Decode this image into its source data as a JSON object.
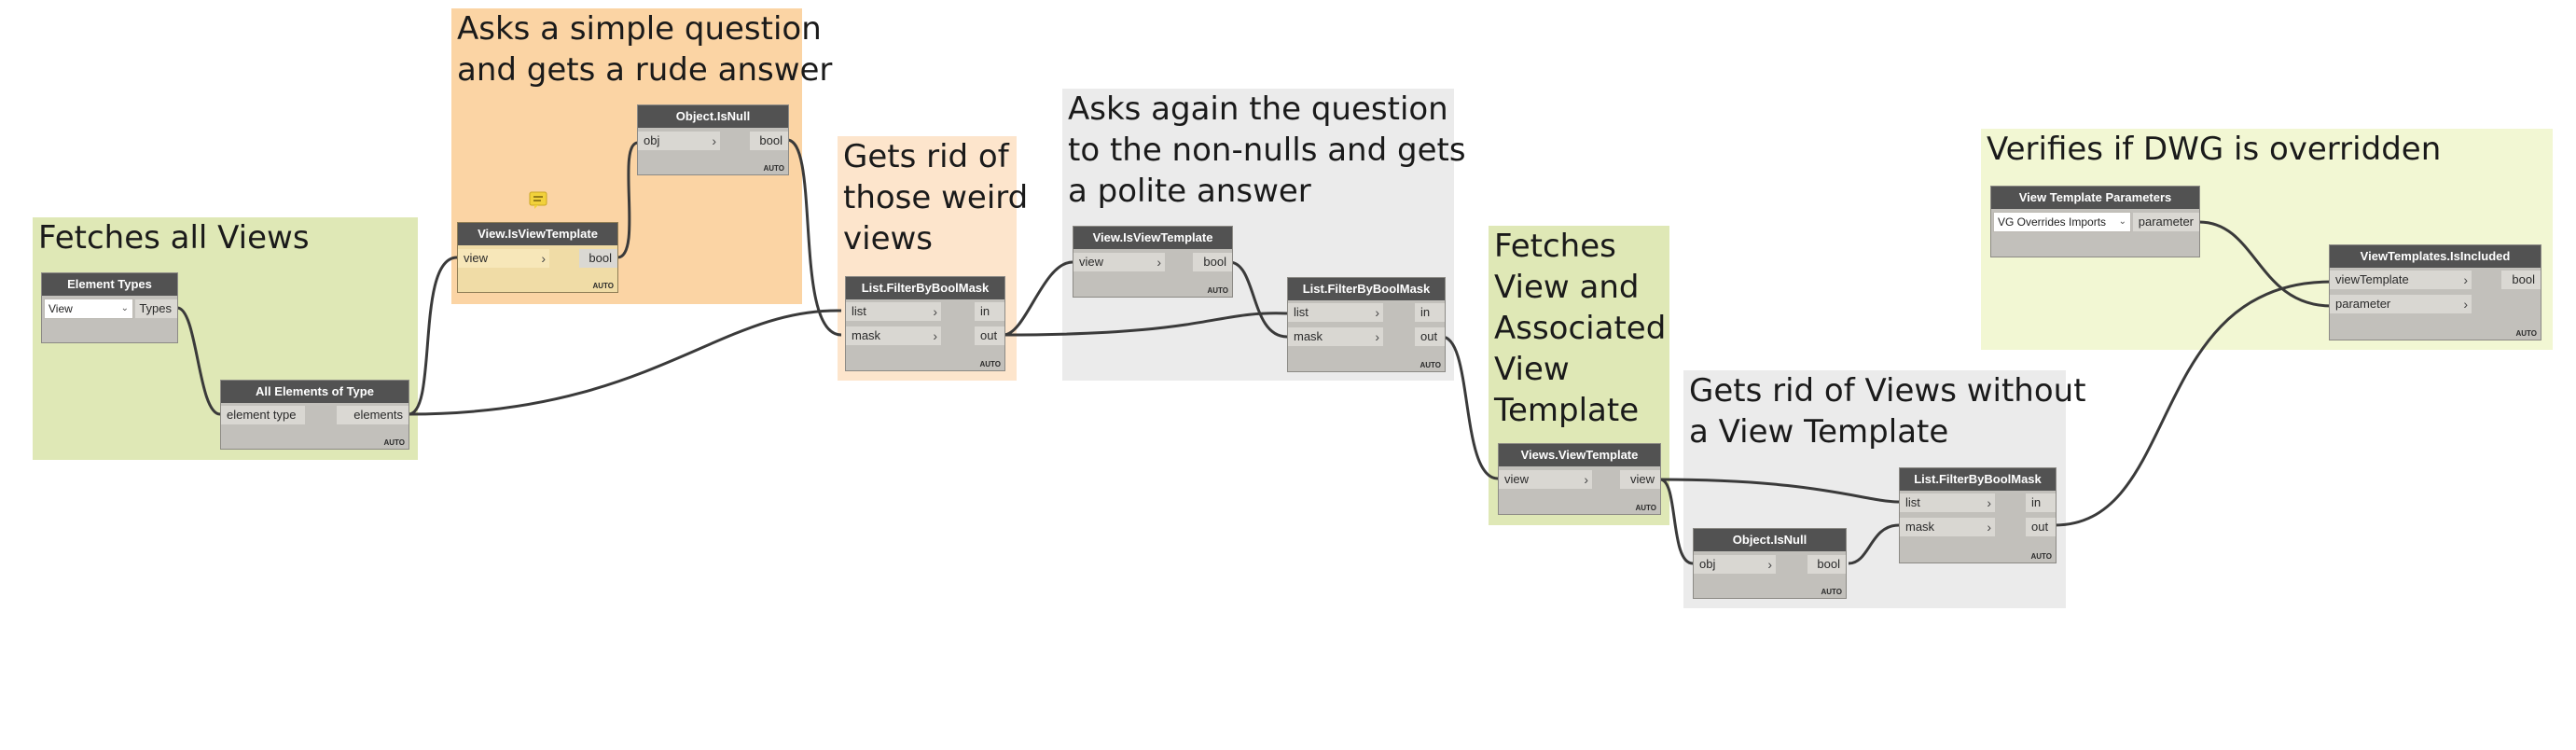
{
  "groups": [
    {
      "id": "g1",
      "title": [
        "Fetches all Views"
      ],
      "color": "#dfe8b6"
    },
    {
      "id": "g2",
      "title": [
        "Asks a simple question",
        "and gets a rude answer"
      ],
      "color": "#fbd4a4"
    },
    {
      "id": "g3",
      "title": [
        "Gets rid of",
        "those weird",
        "views"
      ],
      "color": "#fde5cc"
    },
    {
      "id": "g4",
      "title": [
        "Asks again the question",
        "to the non-nulls and gets",
        "a polite answer"
      ],
      "color": "#ebebeb"
    },
    {
      "id": "g5",
      "title": [
        "Fetches",
        "View and",
        "Associated",
        "View",
        "Template"
      ],
      "color": "#dfe8b6"
    },
    {
      "id": "g6",
      "title": [
        "Gets rid of Views without",
        "a View Template"
      ],
      "color": "#ebebeb"
    },
    {
      "id": "g7",
      "title": [
        "Verifies if DWG is overridden"
      ],
      "color": "#f2f7d3"
    }
  ],
  "nodes": {
    "element_types": {
      "title": "Element Types",
      "dropdown": "View",
      "outputs": [
        "Types"
      ]
    },
    "all_elements": {
      "title": "All Elements of Type",
      "inputs": [
        "element type"
      ],
      "outputs": [
        "elements"
      ],
      "lacing": "AUTO"
    },
    "is_view_template_1": {
      "title": "View.IsViewTemplate",
      "inputs": [
        "view"
      ],
      "outputs": [
        "bool"
      ],
      "lacing": "AUTO"
    },
    "object_isnull_1": {
      "title": "Object.IsNull",
      "inputs": [
        "obj"
      ],
      "outputs": [
        "bool"
      ],
      "lacing": "AUTO"
    },
    "filter_1": {
      "title": "List.FilterByBoolMask",
      "inputs": [
        "list",
        "mask"
      ],
      "outputs": [
        "in",
        "out"
      ],
      "lacing": "AUTO"
    },
    "is_view_template_2": {
      "title": "View.IsViewTemplate",
      "inputs": [
        "view"
      ],
      "outputs": [
        "bool"
      ],
      "lacing": "AUTO"
    },
    "filter_2": {
      "title": "List.FilterByBoolMask",
      "inputs": [
        "list",
        "mask"
      ],
      "outputs": [
        "in",
        "out"
      ],
      "lacing": "AUTO"
    },
    "views_viewtemplate": {
      "title": "Views.ViewTemplate",
      "inputs": [
        "view"
      ],
      "outputs": [
        "view"
      ],
      "lacing": "AUTO"
    },
    "object_isnull_2": {
      "title": "Object.IsNull",
      "inputs": [
        "obj"
      ],
      "outputs": [
        "bool"
      ],
      "lacing": "AUTO"
    },
    "filter_3": {
      "title": "List.FilterByBoolMask",
      "inputs": [
        "list",
        "mask"
      ],
      "outputs": [
        "in",
        "out"
      ],
      "lacing": "AUTO"
    },
    "vt_params": {
      "title": "View Template Parameters",
      "dropdown": "VG Overrides Imports",
      "outputs": [
        "parameter"
      ]
    },
    "vt_included": {
      "title": "ViewTemplates.IsIncluded",
      "inputs": [
        "viewTemplate",
        "parameter"
      ],
      "outputs": [
        "bool"
      ],
      "lacing": "AUTO"
    }
  },
  "icons": {
    "note": "note-icon",
    "port_arrow": "chevron-right-icon",
    "dropdown_caret": "chevron-down-icon"
  },
  "colors": {
    "node_header": "#525252",
    "node_body": "#c2c0bb",
    "selected_node": "#f0dca6",
    "wire": "#3a3a3a",
    "note": "#f2d13b"
  }
}
